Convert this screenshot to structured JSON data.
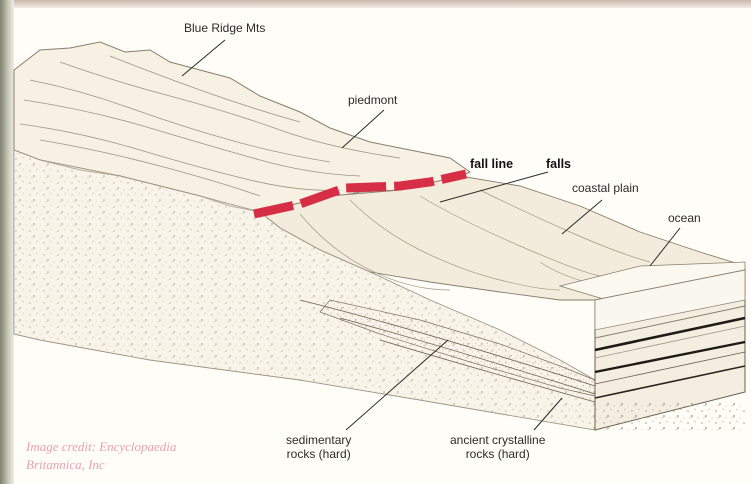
{
  "labels": {
    "blue_ridge": "Blue Ridge Mts",
    "piedmont": "piedmont",
    "fall_line": "fall line",
    "falls": "falls",
    "coastal_plain": "coastal plain",
    "ocean": "ocean",
    "sedimentary_line1": "sedimentary",
    "sedimentary_line2": "rocks (hard)",
    "crystalline_line1": "ancient crystalline",
    "crystalline_line2": "rocks (hard)"
  },
  "credit": {
    "line1": "Image credit: Encyclopaedia",
    "line2": "Britannica, Inc"
  },
  "colors": {
    "fall_line": "#d62f45",
    "credit": "#e6a0b4",
    "leader": "#2b2b2b",
    "terrain": "#f4eede",
    "stipple": "#b8ab94"
  }
}
